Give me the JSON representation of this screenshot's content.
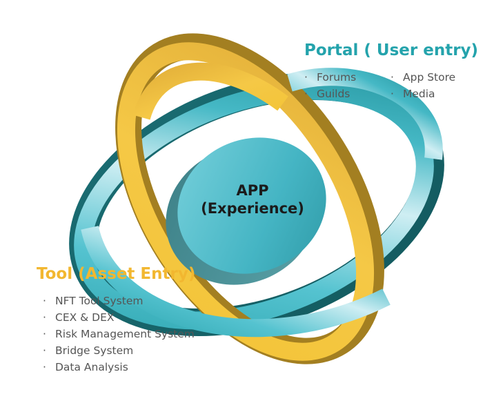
{
  "center": {
    "line1": "APP",
    "line2": "(Experience)"
  },
  "portal": {
    "title": "Portal ( User entry)",
    "col1": [
      "Forums",
      "Guilds"
    ],
    "col2": [
      "App Store",
      "Media"
    ]
  },
  "tool": {
    "title": "Tool (Asset Entry)",
    "items": [
      "NFT Tool System",
      "CEX & DEX",
      "Risk Management System",
      "Bridge System",
      "Data Analysis"
    ]
  },
  "colors": {
    "teal": "#2aa7b0",
    "teal_dark": "#1d6e74",
    "yellow": "#f2bd3a",
    "yellow_dark": "#9b7a22",
    "center_blob": "#4fbccb",
    "text": "#555555"
  }
}
